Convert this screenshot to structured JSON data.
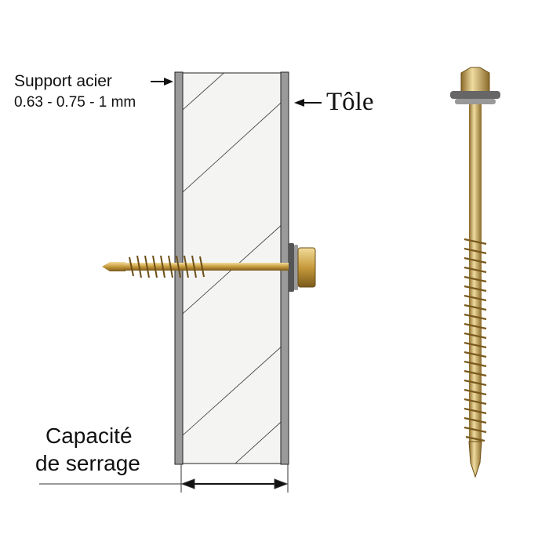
{
  "labels": {
    "support": "Support acier",
    "thickness": "0.63 - 0.75 - 1 mm",
    "sheet": "Tôle",
    "clamp_line1": "Capacité",
    "clamp_line2": "de serrage"
  },
  "colors": {
    "plate": "#9a9a9a",
    "panel": "#f4f4f2",
    "screw": "#c9a24a",
    "washer": "#6e6e6e"
  }
}
